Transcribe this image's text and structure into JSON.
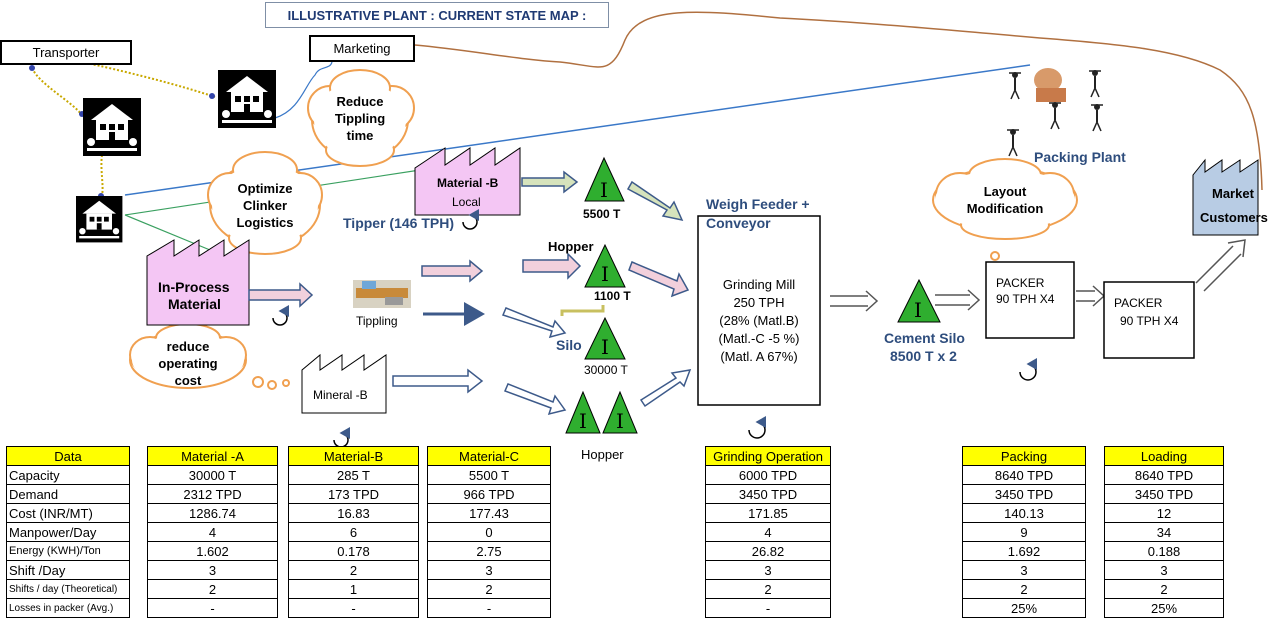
{
  "title": "ILLUSTRATIVE PLANT : CURRENT STATE MAP :",
  "nodes": {
    "transporter": "Transporter",
    "marketing": "Marketing",
    "material_b_line1": "Material -B",
    "material_b_line2": "Local",
    "tipper": "Tipper (146 TPH)",
    "in_process_line1": "In-Process",
    "in_process_line2": "Material",
    "tippling": "Tippling",
    "mineral_b": "Mineral -B",
    "silo_label": "Silo",
    "hopper_label_top": "Hopper",
    "hopper_label_bottom": "Hopper",
    "inv_5500": "5500 T",
    "inv_1100": "1100 T",
    "inv_30000": "30000 T",
    "weigh_feeder_line1": "Weigh Feeder +",
    "weigh_feeder_line2": "Conveyor",
    "mill_line1": "Grinding Mill",
    "mill_line2": "250 TPH",
    "mill_line3": "(28%  (Matl.B)",
    "mill_line4": "(Matl.-C -5 %)",
    "mill_line5": "(Matl. A  67%)",
    "cement_silo_line1": "Cement Silo",
    "cement_silo_line2": "8500 T x 2",
    "packing_plant": "Packing Plant",
    "packer1_line1": "PACKER",
    "packer1_line2": "90 TPH X4",
    "packer2_line1": "PACKER",
    "packer2_line2": "90 TPH X4",
    "market_line1": "Market",
    "market_line2": "Customers",
    "inventory_symbol": "I"
  },
  "clouds": {
    "reduce_tippling": [
      "Reduce",
      "Tippling",
      "time"
    ],
    "optimize_clinker": [
      "Optimize",
      "Clinker",
      "Logistics"
    ],
    "reduce_cost": [
      "reduce",
      "operating",
      "cost"
    ],
    "layout_mod": [
      "Layout",
      "Modification"
    ]
  },
  "tables": {
    "data_labels": {
      "header": "Data",
      "rows": [
        "Capacity",
        "Demand",
        "Cost (INR/MT)",
        "Manpower/Day",
        "Energy (KWH)/Ton",
        "Shift /Day",
        "Shifts / day (Theoretical)",
        "Losses in packer (Avg.)"
      ]
    },
    "material_a": {
      "header": "Material -A",
      "rows": [
        "30000 T",
        "2312 TPD",
        "1286.74",
        "4",
        "1.602",
        "3",
        "2",
        "-"
      ]
    },
    "material_b": {
      "header": "Material-B",
      "rows": [
        "285 T",
        "173 TPD",
        "16.83",
        "6",
        "0.178",
        "2",
        "1",
        "-"
      ]
    },
    "material_c": {
      "header": "Material-C",
      "rows": [
        "5500 T",
        "966 TPD",
        "177.43",
        "0",
        "2.75",
        "3",
        "2",
        "-"
      ]
    },
    "grinding": {
      "header": "Grinding Operation",
      "rows": [
        "6000 TPD",
        "3450 TPD",
        "171.85",
        "4",
        "26.82",
        "3",
        "2",
        "-"
      ]
    },
    "packing": {
      "header": "Packing",
      "rows": [
        "8640 TPD",
        "3450 TPD",
        "140.13",
        "9",
        "1.692",
        "3",
        "2",
        "25%"
      ]
    },
    "loading": {
      "header": "Loading",
      "rows": [
        "8640 TPD",
        "3450 TPD",
        "12",
        "34",
        "0.188",
        "3",
        "2",
        "25%"
      ]
    }
  },
  "colors": {
    "inventory_green": "#2fae2f",
    "factory_pink": "#f4c6f4",
    "market_blue": "#b8cce4",
    "arrow_pink": "#f2d0dc",
    "arrow_blue_outline": "#3d5a8a",
    "table_header_yellow": "#ffff00",
    "cloud_outline": "#f0a050"
  }
}
